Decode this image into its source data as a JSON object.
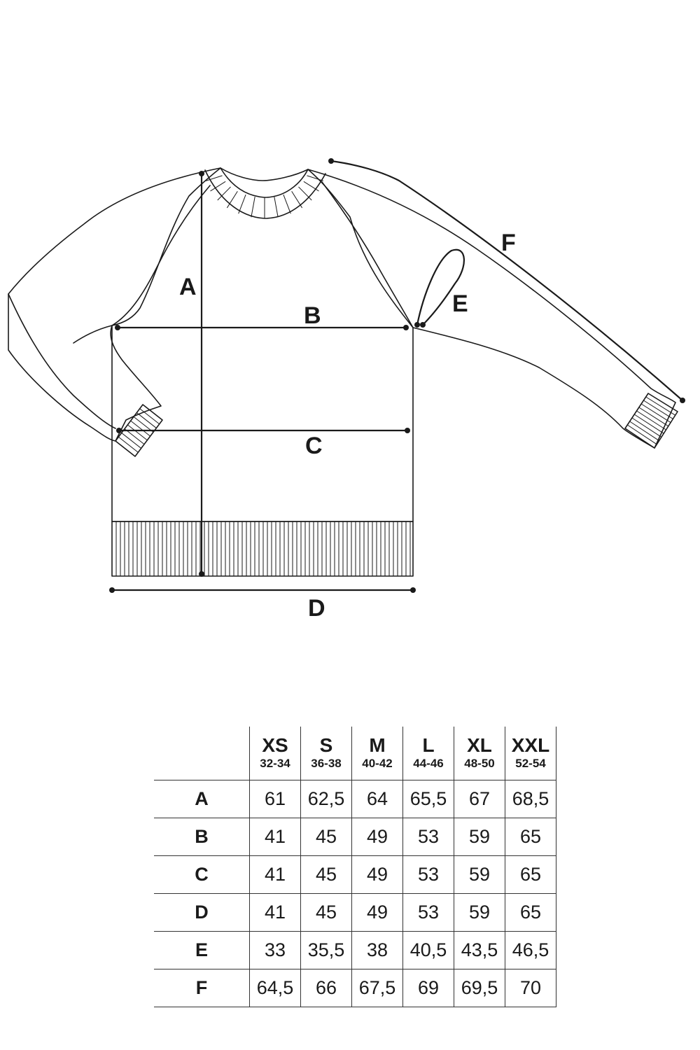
{
  "diagram": {
    "labels": {
      "a": "A",
      "b": "B",
      "c": "C",
      "d": "D",
      "e": "E",
      "f": "F"
    }
  },
  "size_table": {
    "sizes": [
      {
        "name": "XS",
        "range": "32-34"
      },
      {
        "name": "S",
        "range": "36-38"
      },
      {
        "name": "M",
        "range": "40-42"
      },
      {
        "name": "L",
        "range": "44-46"
      },
      {
        "name": "XL",
        "range": "48-50"
      },
      {
        "name": "XXL",
        "range": "52-54"
      }
    ],
    "rows": [
      {
        "label": "A",
        "values": [
          "61",
          "62,5",
          "64",
          "65,5",
          "67",
          "68,5"
        ]
      },
      {
        "label": "B",
        "values": [
          "41",
          "45",
          "49",
          "53",
          "59",
          "65"
        ]
      },
      {
        "label": "C",
        "values": [
          "41",
          "45",
          "49",
          "53",
          "59",
          "65"
        ]
      },
      {
        "label": "D",
        "values": [
          "41",
          "45",
          "49",
          "53",
          "59",
          "65"
        ]
      },
      {
        "label": "E",
        "values": [
          "33",
          "35,5",
          "38",
          "40,5",
          "43,5",
          "46,5"
        ]
      },
      {
        "label": "F",
        "values": [
          "64,5",
          "66",
          "67,5",
          "69",
          "69,5",
          "70"
        ]
      }
    ]
  }
}
